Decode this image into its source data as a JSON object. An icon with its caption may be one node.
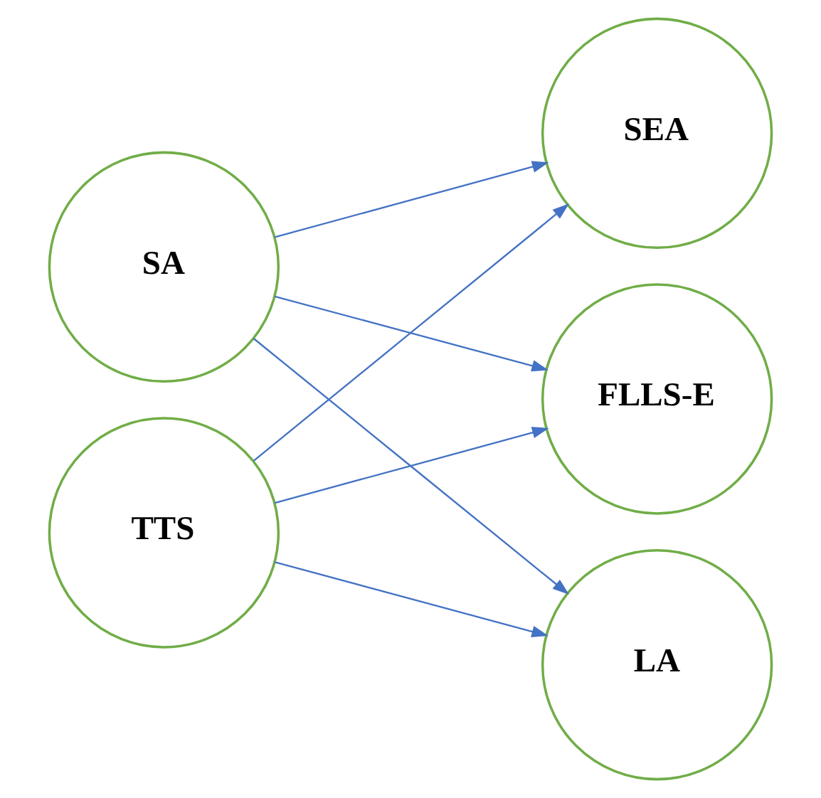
{
  "diagram": {
    "nodes": [
      {
        "text": [
          "SA"
        ]
      },
      {
        "text": [
          "TTS"
        ]
      },
      {
        "text": [
          "SEA"
        ]
      },
      {
        "text": [
          "FLLS-E"
        ]
      },
      {
        "text": [
          "LA"
        ]
      }
    ],
    "edges": [
      {
        "from": 0,
        "to": 2,
        "arrow": "to"
      },
      {
        "from": 0,
        "to": 3,
        "arrow": "to"
      },
      {
        "from": 0,
        "to": 4,
        "arrow": "to"
      },
      {
        "from": 1,
        "to": 2,
        "arrow": "to"
      },
      {
        "from": 1,
        "to": 3,
        "arrow": "to"
      },
      {
        "from": 1,
        "to": 4,
        "arrow": "to"
      }
    ]
  }
}
